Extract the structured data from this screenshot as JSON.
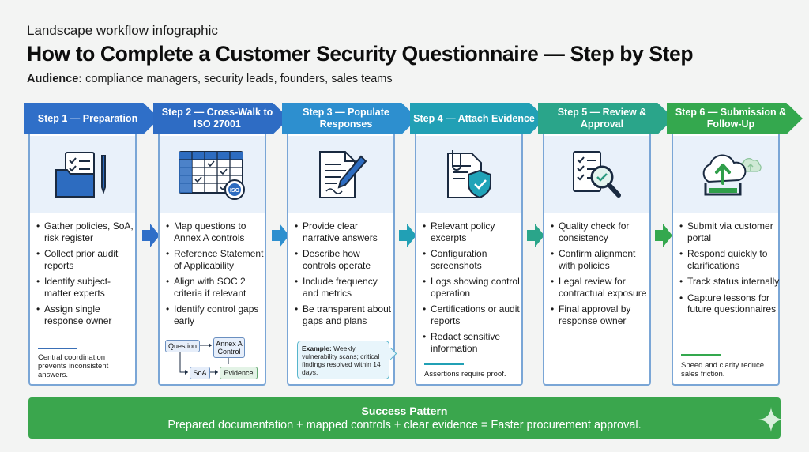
{
  "header": {
    "kicker": "Landscape workflow infographic",
    "title": "How to Complete a Customer Security Questionnaire — Step by Step",
    "audience_label": "Audience:",
    "audience_text": "compliance managers, security leads, founders, sales teams"
  },
  "steps": [
    {
      "title": "Step 1 — Preparation",
      "color": "#2f6fc8",
      "icon": "folder-checklist-pen-icon",
      "bullets": [
        "Gather policies, SoA, risk register",
        "Collect prior audit reports",
        "Identify subject-matter experts",
        "Assign single response owner"
      ],
      "footer": "Central coordination prevents inconsistent answers."
    },
    {
      "title": "Step 2 — Cross-Walk to ISO 27001",
      "color": "#2e6cc4",
      "icon": "control-grid-iso-icon",
      "bullets": [
        "Map questions to Annex A controls",
        "Reference Statement of Applicability",
        "Align with SOC 2 criteria if relevant",
        "Identify control gaps early"
      ],
      "flow": {
        "question": "Question",
        "annex": "Annex A Control",
        "soa": "SoA",
        "evidence": "Evidence"
      }
    },
    {
      "title": "Step 3 — Populate Responses",
      "color": "#2d8fcf",
      "icon": "document-pen-icon",
      "bullets": [
        "Provide clear narrative answers",
        "Describe how controls operate",
        "Include frequency and metrics",
        "Be transparent about gaps and plans"
      ],
      "example_label": "Example:",
      "example_text": "Weekly vulnerability scans; critical findings resolved within 14 days."
    },
    {
      "title": "Step 4 — Attach Evidence",
      "color": "#21a0b5",
      "icon": "document-clip-shield-icon",
      "bullets": [
        "Relevant policy excerpts",
        "Configuration screenshots",
        "Logs showing control operation",
        "Certifications or audit reports",
        "Redact sensitive information"
      ],
      "footer": "Assertions require proof."
    },
    {
      "title": "Step 5 — Review & Approval",
      "color": "#2aa58a",
      "icon": "checklist-magnifier-icon",
      "bullets": [
        "Quality check for consistency",
        "Confirm alignment with policies",
        "Legal review for contractual exposure",
        "Final approval by response owner"
      ]
    },
    {
      "title": "Step 6 — Submission & Follow-Up",
      "color": "#34a84e",
      "icon": "upload-tray-cloud-icon",
      "bullets": [
        "Submit via customer portal",
        "Respond quickly to clarifications",
        "Track status internally",
        "Capture lessons for future questionnaires"
      ],
      "footer": "Speed and clarity reduce sales friction."
    }
  ],
  "success": {
    "title": "Success Pattern",
    "text": "Prepared documentation + mapped controls + clear evidence = Faster procurement approval."
  }
}
